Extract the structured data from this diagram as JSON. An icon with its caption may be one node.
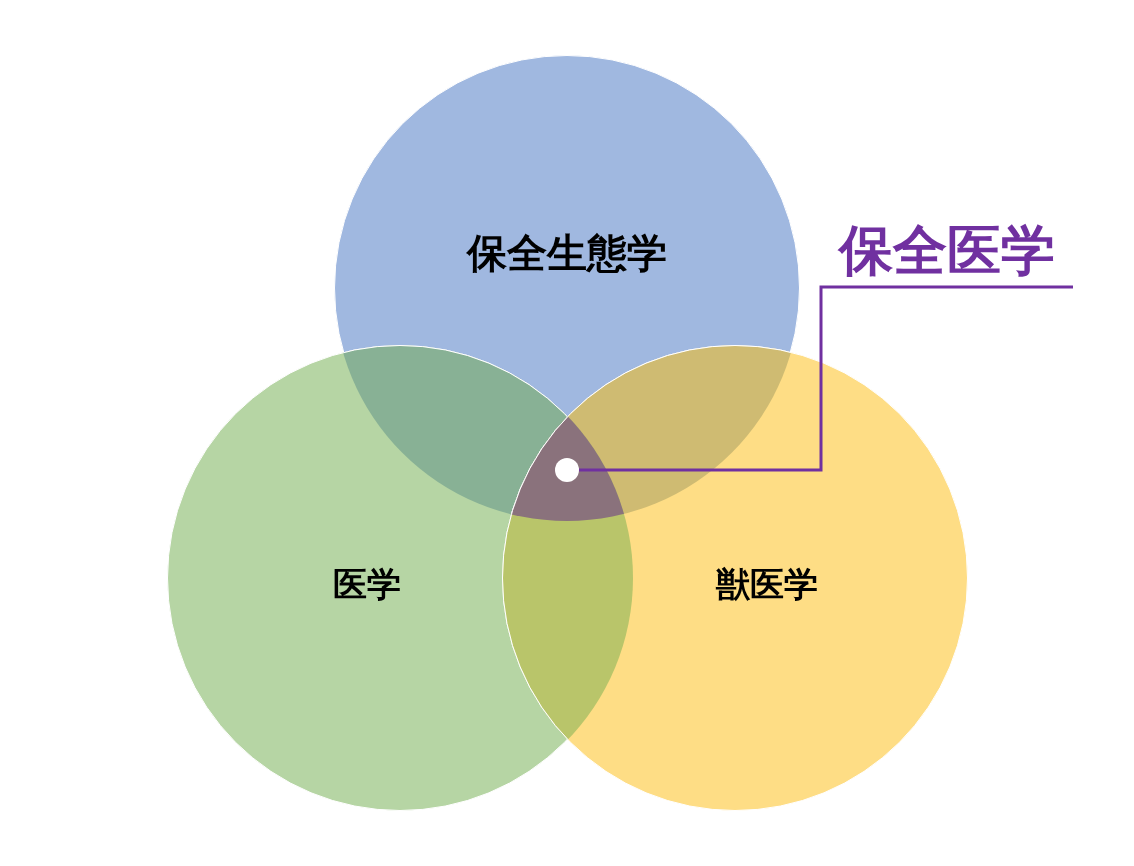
{
  "diagram": {
    "nodes": [
      {
        "text": [
          "保全生態学"
        ]
      },
      {
        "text": [
          "医学"
        ]
      },
      {
        "text": [
          "獣医学"
        ]
      },
      {
        "text": [
          "保全医学"
        ]
      },
      {
        "text": [],
        "shape": "circle"
      }
    ],
    "edges": [
      {
        "from": 3,
        "to": 4,
        "arrow": "none",
        "color": "#7030a0"
      }
    ]
  }
}
